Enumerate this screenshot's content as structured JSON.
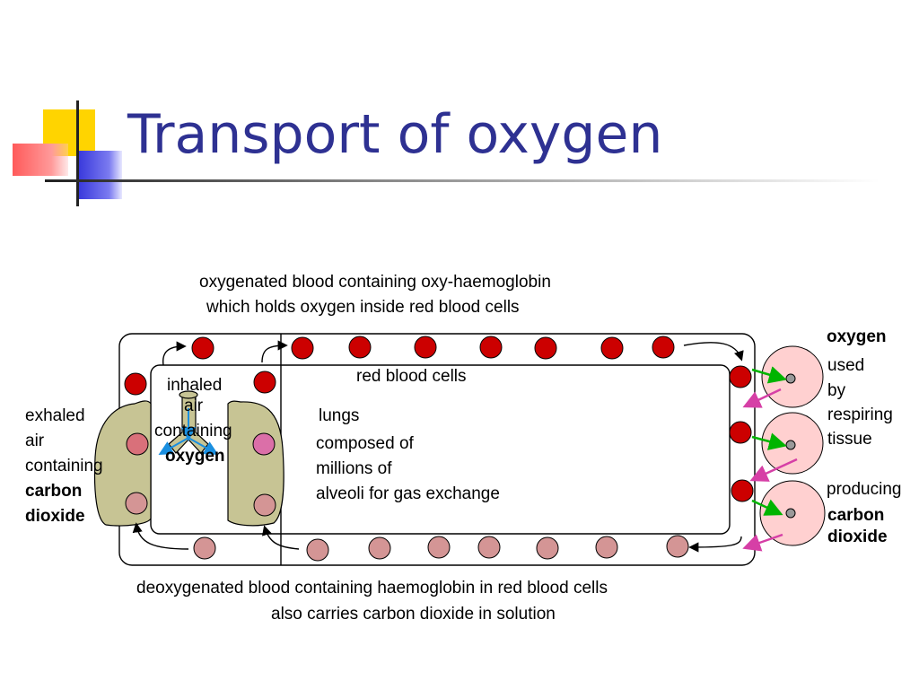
{
  "slide": {
    "title": "Transport of oxygen"
  },
  "diagram": {
    "top_caption_line1": "oxygenated blood containing oxy-haemoglobin",
    "top_caption_line2": "which holds oxygen inside red blood cells",
    "red_blood_cells_label": "red blood cells",
    "inhaled_line1": "inhaled",
    "inhaled_line2": "air",
    "inhaled_line3": "containing",
    "inhaled_line4": "oxygen",
    "exhaled_line1": "exhaled",
    "exhaled_line2": "air",
    "exhaled_line3": "containing",
    "exhaled_line4": "carbon",
    "exhaled_line5": "dioxide",
    "lungs_line1": "lungs",
    "lungs_line2": "composed of",
    "lungs_line3": "millions of",
    "lungs_line4": "alveoli for gas exchange",
    "tissue_line1": "oxygen",
    "tissue_line2": "used",
    "tissue_line3": "by",
    "tissue_line4": "respiring",
    "tissue_line5": "tissue",
    "tissue_line6": "producing",
    "tissue_line7": "carbon",
    "tissue_line8": "dioxide",
    "bottom_caption_line1": "deoxygenated blood containing haemoglobin in red blood cells",
    "bottom_caption_line2": "also carries carbon dioxide in solution"
  },
  "colors": {
    "title": "#2e3192",
    "oxygenated_cell": "#cc0000",
    "deoxygenated_cell": "#d49595",
    "lung": "#c7c494",
    "tissue_cell": "#ffd0d0",
    "oxygen_arrow": "#00b400",
    "co2_arrow": "#d63fa6",
    "inhale_arrow": "#1a8fe0"
  }
}
